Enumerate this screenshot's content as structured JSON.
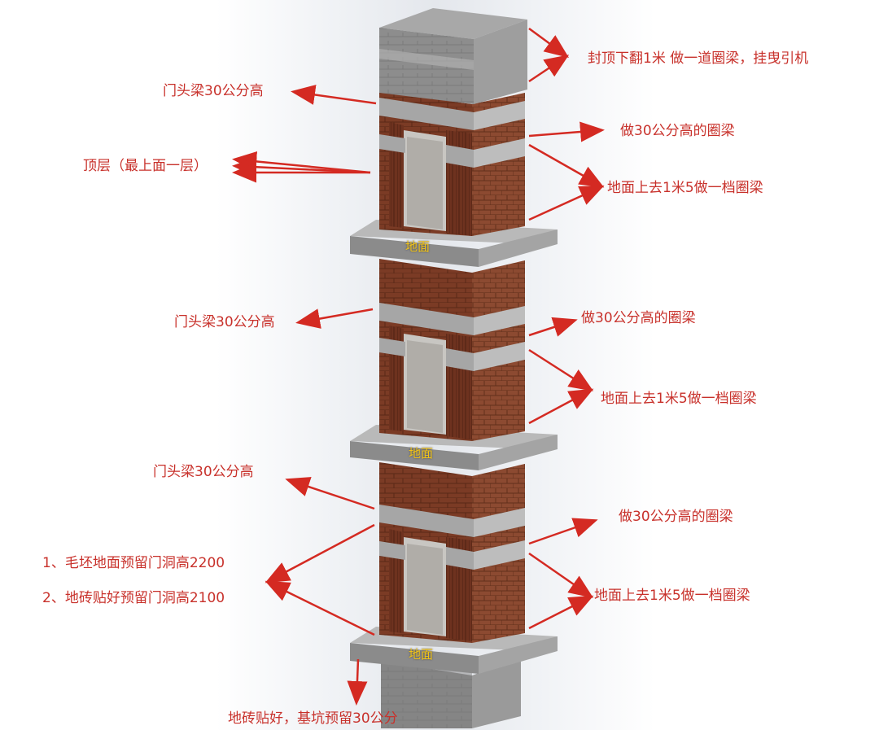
{
  "annotations": {
    "top_seal": "封顶下翻1米 做一道圈梁，挂曳引机",
    "door_beam_1": "门头梁30公分高",
    "ring_beam_30_1": "做30公分高的圈梁",
    "top_floor": "顶层（最上面一层）",
    "ring_beam_1m5_1": "地面上去1米5做一档圈梁",
    "door_beam_2": "门头梁30公分高",
    "ring_beam_30_2": "做30公分高的圈梁",
    "ring_beam_1m5_2": "地面上去1米5做一档圈梁",
    "door_beam_3": "门头梁30公分高",
    "ring_beam_30_3": "做30公分高的圈梁",
    "door_note_1": "1、毛坯地面预留门洞高2200",
    "door_note_2": "2、地砖贴好预留门洞高2100",
    "ring_beam_1m5_3": "地面上去1米5做一档圈梁",
    "pit_note": "地砖贴好，基坑预留30公分"
  },
  "floor_labels": [
    "地面",
    "地面",
    "地面"
  ],
  "colors": {
    "annotation_red": "#c8312b",
    "floor_label_yellow": "#f2c418",
    "brick": "#7a3a24",
    "concrete": "#8e8e8e"
  }
}
